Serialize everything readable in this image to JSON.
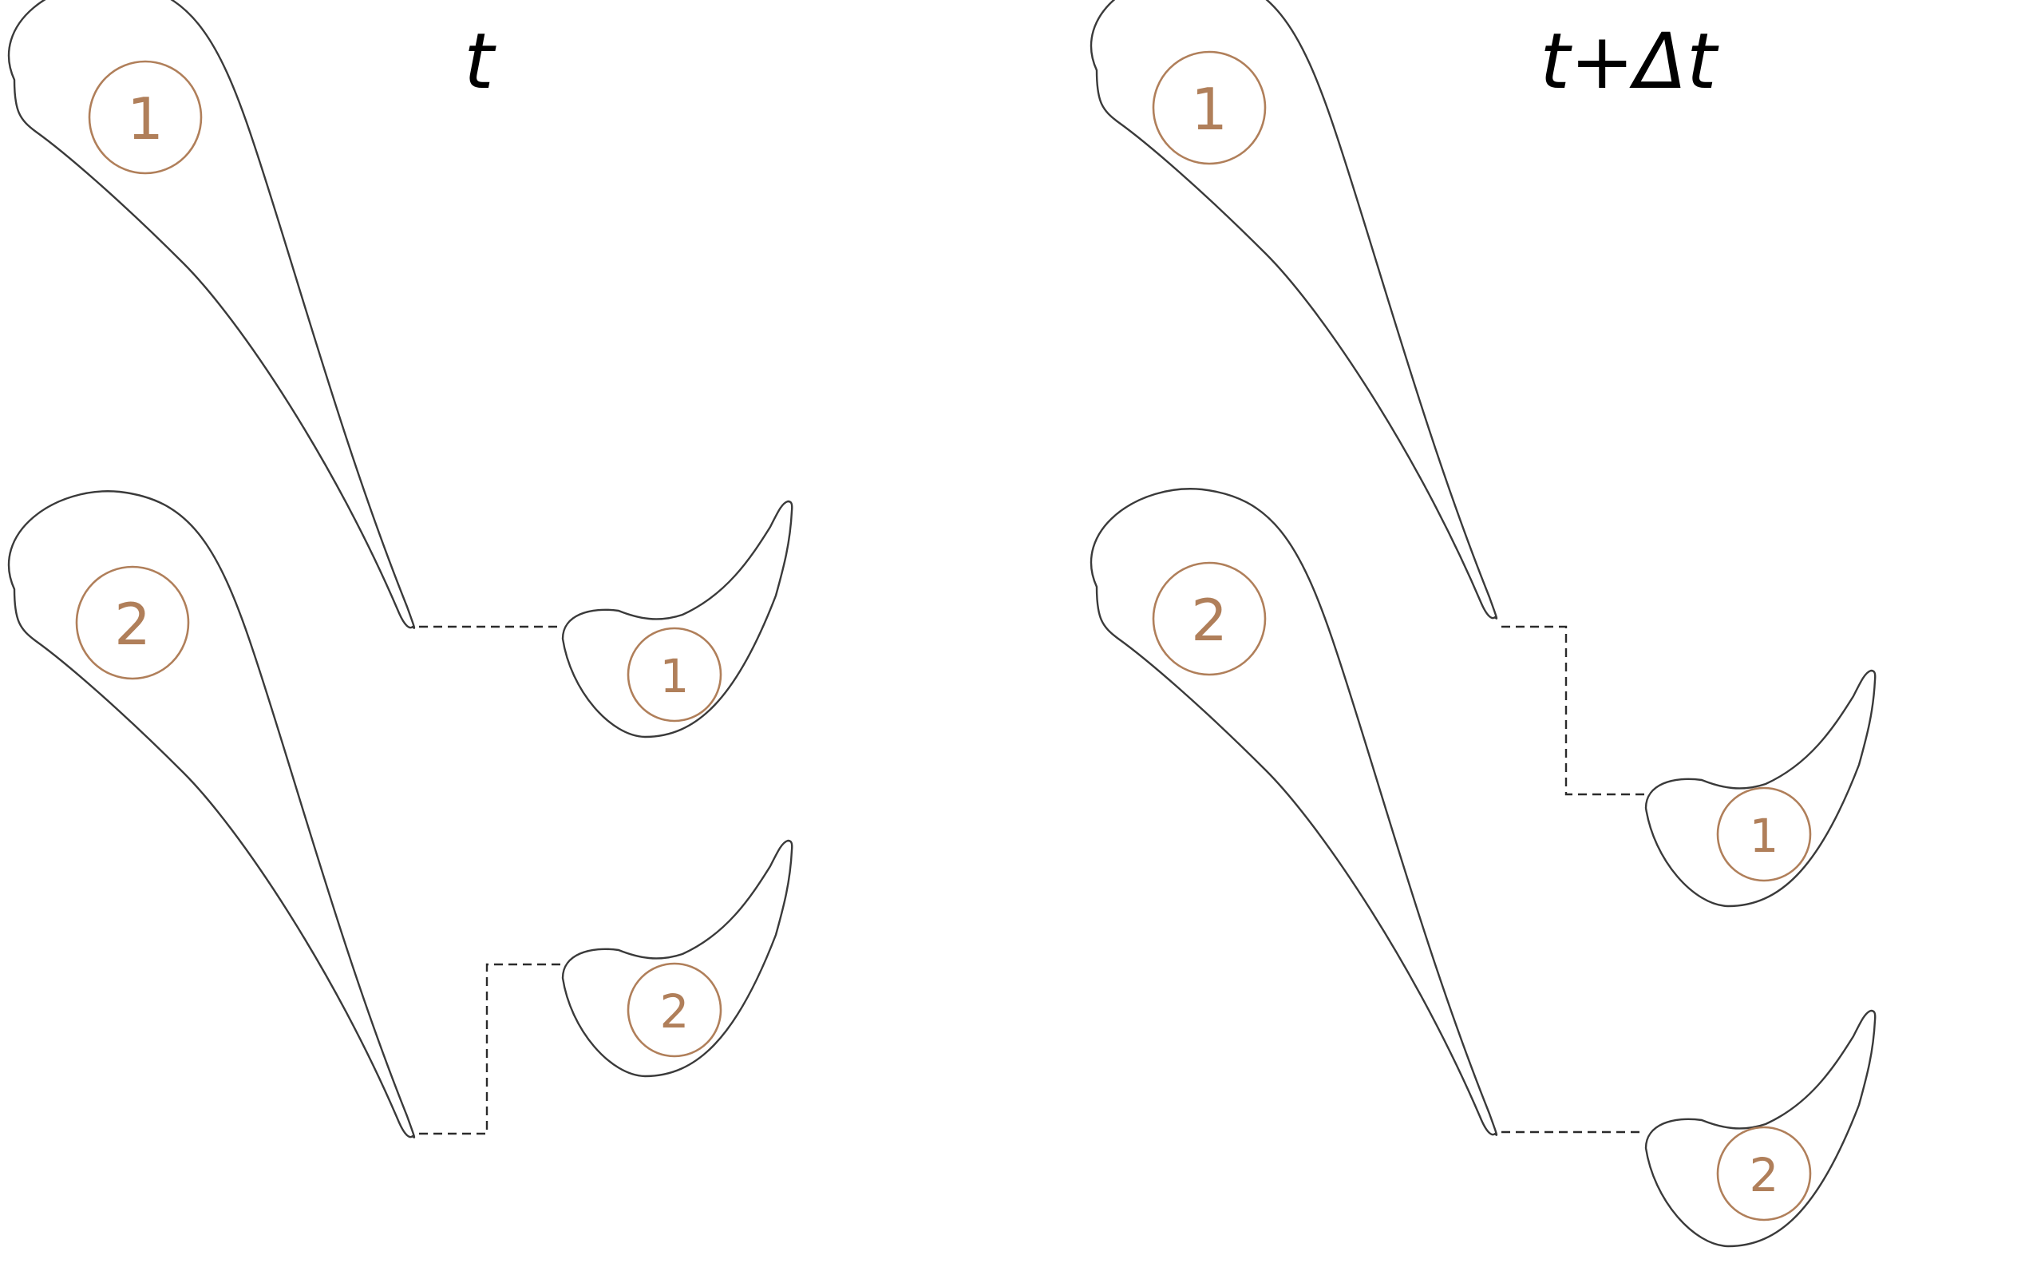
{
  "titles": {
    "left": "t",
    "right": "t+Δt"
  },
  "colors": {
    "outline": "#3a3a3a",
    "label": "#b07f5a",
    "link": "#2b2b2b",
    "background": "#ffffff"
  },
  "labels": {
    "one": "1",
    "two": "2"
  }
}
